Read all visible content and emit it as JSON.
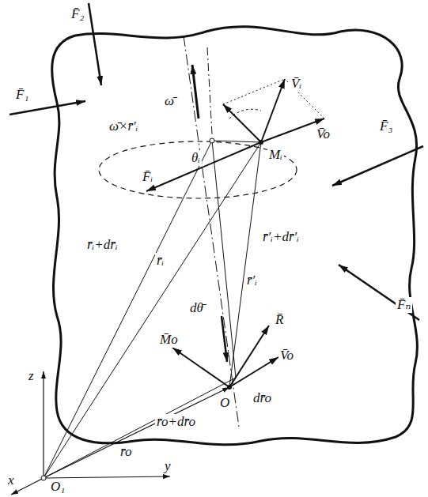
{
  "diagram": {
    "labels": [
      "F̄₂",
      "F̄₁",
      "ω̄",
      "ω̄×r̄′ᵢ",
      "V̄ᵢ",
      "V̄o",
      "F̄₃",
      "θᵢ",
      "Mᵢ",
      "F̄ᵢ",
      "r̄ᵢ+dr̄ᵢ",
      "r̄ᵢ",
      "r̄′ᵢ+dr̄′ᵢ",
      "r̄′ᵢ",
      "dθ̄",
      "R̄",
      "M̄o",
      "V̄o",
      "F̄ₙ",
      "O",
      "dr̄o",
      "r̄o+dr̄o",
      "r̄o",
      "z",
      "y",
      "O₁",
      "x"
    ]
  }
}
